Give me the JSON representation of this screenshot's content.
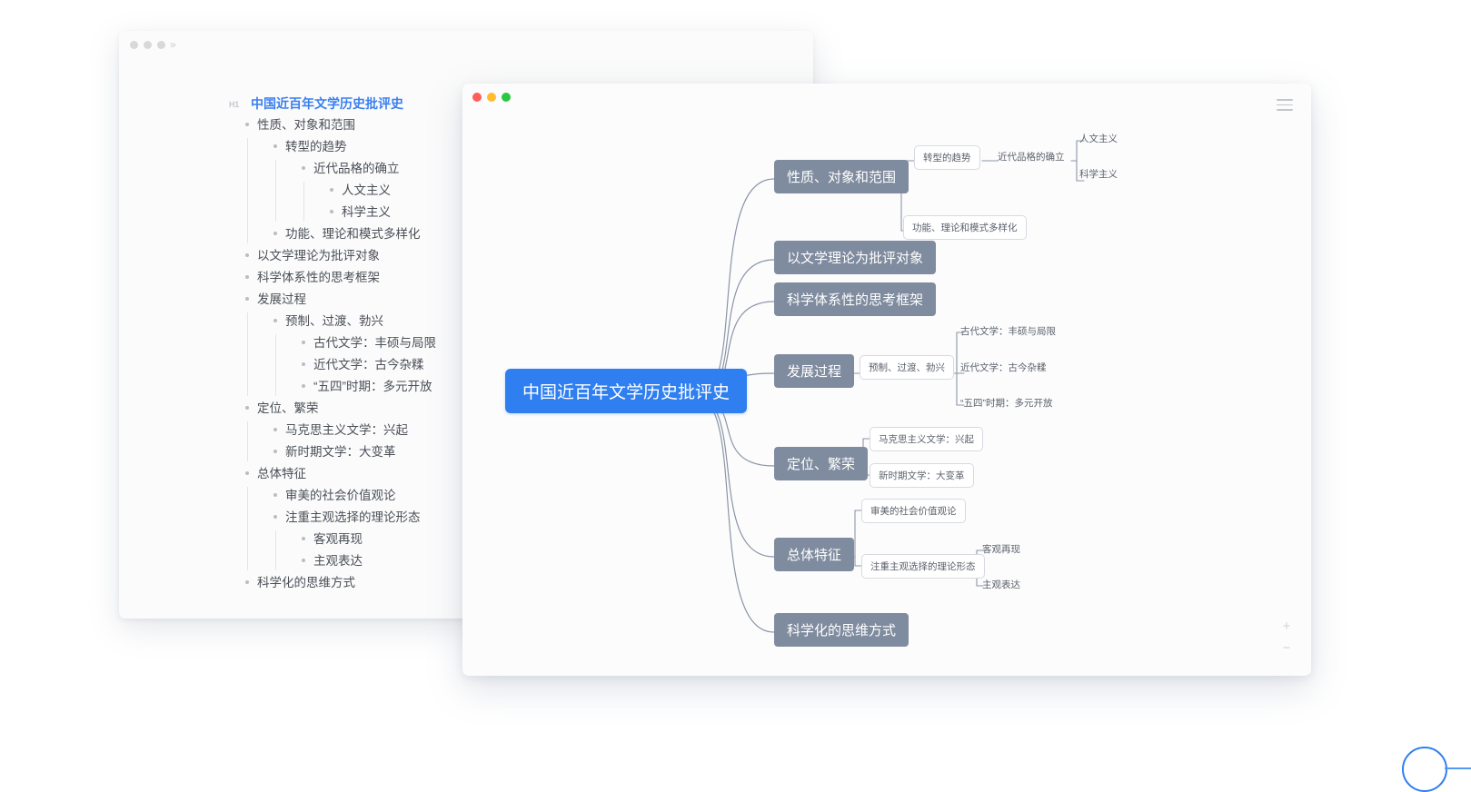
{
  "outline_window": {
    "traffic_lights": [
      "close",
      "minimize",
      "maximize"
    ],
    "expand_icon": "»",
    "heading_tag": "H1",
    "title": "中国近百年文学历史批评史",
    "items": [
      {
        "level": 1,
        "label": "性质、对象和范围"
      },
      {
        "level": 2,
        "label": "转型的趋势"
      },
      {
        "level": 3,
        "label": "近代品格的确立"
      },
      {
        "level": 4,
        "label": "人文主义"
      },
      {
        "level": 4,
        "label": "科学主义"
      },
      {
        "level": 2,
        "label": "功能、理论和模式多样化"
      },
      {
        "level": 1,
        "label": "以文学理论为批评对象"
      },
      {
        "level": 1,
        "label": "科学体系性的思考框架"
      },
      {
        "level": 1,
        "label": "发展过程"
      },
      {
        "level": 2,
        "label": "预制、过渡、勃兴"
      },
      {
        "level": 3,
        "label": "古代文学：丰硕与局限"
      },
      {
        "level": 3,
        "label": "近代文学：古今杂糅"
      },
      {
        "level": 3,
        "label": "“五四”时期：多元开放"
      },
      {
        "level": 1,
        "label": "定位、繁荣"
      },
      {
        "level": 2,
        "label": "马克思主义文学：兴起"
      },
      {
        "level": 2,
        "label": "新时期文学：大变革"
      },
      {
        "level": 1,
        "label": "总体特征"
      },
      {
        "level": 2,
        "label": "审美的社会价值观论"
      },
      {
        "level": 2,
        "label": "注重主观选择的理论形态"
      },
      {
        "level": 3,
        "label": "客观再现"
      },
      {
        "level": 3,
        "label": "主观表达"
      },
      {
        "level": 1,
        "label": "科学化的思维方式"
      }
    ]
  },
  "mindmap_window": {
    "traffic_lights": [
      "close",
      "minimize",
      "maximize"
    ],
    "menu_icon": "hamburger-menu-icon",
    "zoom_in_label": "+",
    "zoom_out_label": "−",
    "root": {
      "label": "中国近百年文学历史批评史",
      "color": "#2f7ff0"
    },
    "branch_color": "#7f8b9e",
    "nodes": {
      "b1": "性质、对象和范围",
      "b1_c1": "转型的趋势",
      "b1_c1_c1": "近代品格的确立",
      "b1_c1_c1_c1": "人文主义",
      "b1_c1_c1_c2": "科学主义",
      "b1_c2": "功能、理论和模式多样化",
      "b2": "以文学理论为批评对象",
      "b3": "科学体系性的思考框架",
      "b4": "发展过程",
      "b4_c1": "预制、过渡、勃兴",
      "b4_c1_c1": "古代文学：丰硕与局限",
      "b4_c1_c2": "近代文学：古今杂糅",
      "b4_c1_c3": "“五四”时期：多元开放",
      "b5": "定位、繁荣",
      "b5_c1": "马克思主义文学：兴起",
      "b5_c2": "新时期文学：大变革",
      "b6": "总体特征",
      "b6_c1": "审美的社会价值观论",
      "b6_c2": "注重主观选择的理论形态",
      "b6_c2_c1": "客观再现",
      "b6_c2_c2": "主观表达",
      "b7": "科学化的思维方式"
    }
  }
}
